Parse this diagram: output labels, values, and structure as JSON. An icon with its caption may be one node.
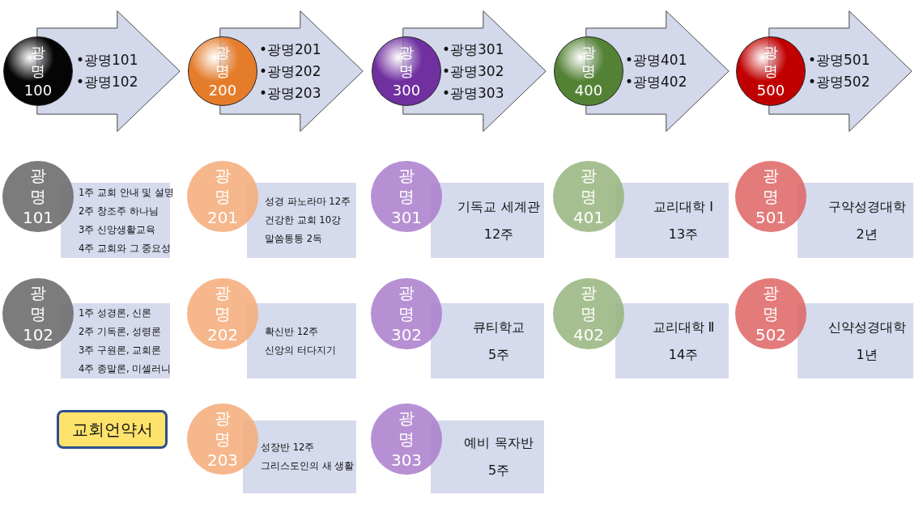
{
  "diagram": {
    "nodes": [
      {
        "text": [
          "광명 100"
        ]
      },
      {
        "text": [
          "•광명101",
          "•광명102"
        ]
      },
      {
        "text": [
          "광명 200"
        ]
      },
      {
        "text": [
          "•광명201",
          "•광명202",
          "•광명203"
        ]
      },
      {
        "text": [
          "광명 300"
        ]
      },
      {
        "text": [
          "•광명301",
          "•광명302",
          "•광명303"
        ]
      },
      {
        "text": [
          "광명 400"
        ]
      },
      {
        "text": [
          "•광명401",
          "•광명402"
        ]
      },
      {
        "text": [
          "광명 500"
        ]
      },
      {
        "text": [
          "•광명501",
          "•광명502"
        ]
      },
      {
        "text": [
          "광명 101"
        ]
      },
      {
        "text": [
          "1주 교회 안내 및 설명",
          "2주 창조주 하나님",
          "3주 신앙생활교육",
          "4주 교회와 그 중요성"
        ]
      },
      {
        "text": [
          "광명 201"
        ]
      },
      {
        "text": [
          "성경 파노라마 12주",
          "건강한 교회 10강",
          "말씀통통 2독"
        ]
      },
      {
        "text": [
          "광명 301"
        ]
      },
      {
        "text": [
          "기독교 세계관",
          "12주"
        ]
      },
      {
        "text": [
          "광명 401"
        ]
      },
      {
        "text": [
          "교리대학 Ⅰ",
          "13주"
        ]
      },
      {
        "text": [
          "광명 501"
        ]
      },
      {
        "text": [
          "구약성경대학",
          "2년"
        ]
      },
      {
        "text": [
          "광명 102"
        ]
      },
      {
        "text": [
          "1주 성경론, 신론",
          "2주 기독론, 성령론",
          "3주 구원론, 교회론",
          "4주 종말론, 미셀러니"
        ]
      },
      {
        "text": [
          "광명 202"
        ]
      },
      {
        "text": [
          "확신반 12주",
          "신앙의 터다지기"
        ]
      },
      {
        "text": [
          "광명 302"
        ]
      },
      {
        "text": [
          "큐티학교",
          "5주"
        ]
      },
      {
        "text": [
          "광명 402"
        ]
      },
      {
        "text": [
          "교리대학 Ⅱ",
          "14주"
        ]
      },
      {
        "text": [
          "광명 502"
        ]
      },
      {
        "text": [
          "신약성경대학",
          "1년"
        ]
      },
      {
        "text": [
          "교회언약서"
        ]
      },
      {
        "text": [
          "광명 203"
        ]
      },
      {
        "text": [
          "성장반 12주",
          "그리스도인의 새 생활"
        ]
      },
      {
        "text": [
          "광명 303"
        ]
      },
      {
        "text": [
          "예비 목자반",
          "5주"
        ]
      }
    ]
  }
}
